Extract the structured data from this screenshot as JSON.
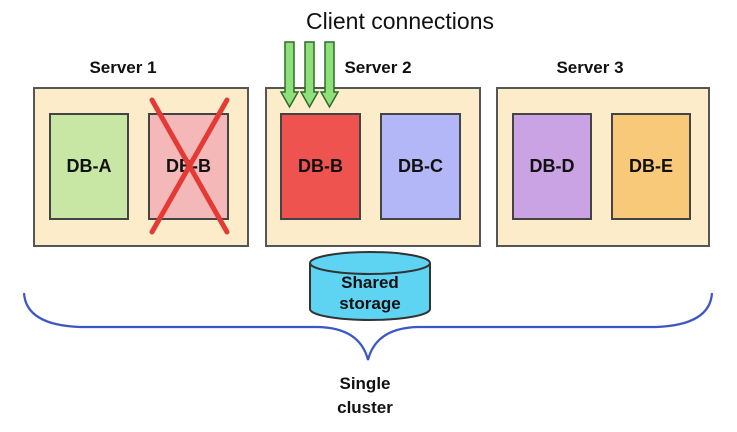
{
  "title": "Client connections",
  "servers": [
    {
      "label": "Server 1",
      "dbs": [
        {
          "label": "DB-A",
          "color": "#c8e6a4",
          "failed": false
        },
        {
          "label": "DB-B",
          "color": "#f4b8b8",
          "failed": true
        }
      ]
    },
    {
      "label": "Server 2",
      "dbs": [
        {
          "label": "DB-B",
          "color": "#ef5350",
          "failed": false
        },
        {
          "label": "DB-C",
          "color": "#b3b6f7",
          "failed": false
        }
      ]
    },
    {
      "label": "Server 3",
      "dbs": [
        {
          "label": "DB-D",
          "color": "#c9a3e3",
          "failed": false
        },
        {
          "label": "DB-E",
          "color": "#f9c97a",
          "failed": false
        }
      ]
    }
  ],
  "storage": {
    "line1": "Shared",
    "line2": "storage",
    "color": "#5fd3f2"
  },
  "cluster": {
    "line1": "Single",
    "line2": "cluster"
  },
  "colors": {
    "server_bg": "#fcecc9",
    "arrow": "#8fe07a",
    "cross": "#e53935",
    "brace": "#3b57c4"
  }
}
